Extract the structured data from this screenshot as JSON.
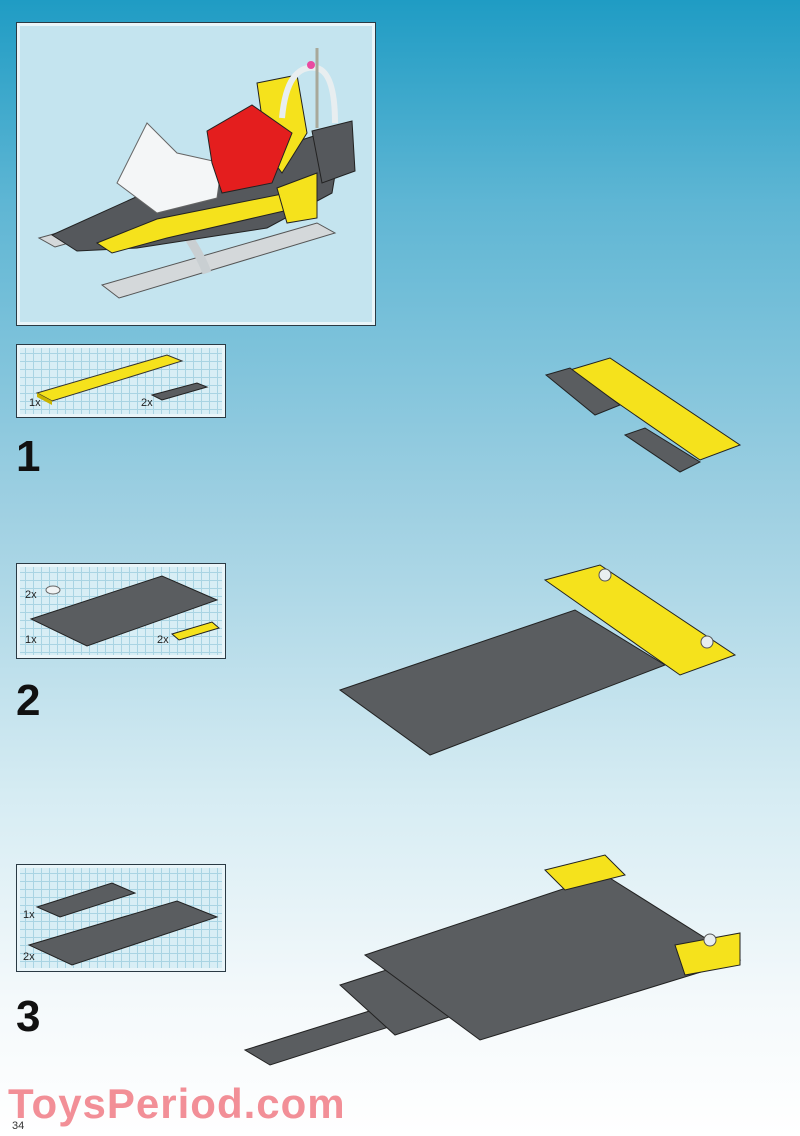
{
  "page": {
    "number": "34",
    "watermark": "ToysPeriod.com"
  },
  "hero": {
    "description": "Completed model: yellow/gray snowmobile with red seats, white windshield, transparent roll bar, antenna, and light-gray skis"
  },
  "steps": [
    {
      "number": "1",
      "parts": [
        {
          "qty": "1x",
          "part": "yellow plate 2x10",
          "color": "#f5e21c"
        },
        {
          "qty": "2x",
          "part": "dark gray plate 1x4",
          "color": "#5a5d60"
        }
      ]
    },
    {
      "number": "2",
      "parts": [
        {
          "qty": "2x",
          "part": "transparent round plate 1x1",
          "color": "#e8eef0"
        },
        {
          "qty": "1x",
          "part": "dark gray plate 6x10",
          "color": "#5a5d60"
        },
        {
          "qty": "2x",
          "part": "yellow plate 1x3",
          "color": "#f5e21c"
        }
      ]
    },
    {
      "number": "3",
      "parts": [
        {
          "qty": "1x",
          "part": "dark gray plate 2x6",
          "color": "#5a5d60"
        },
        {
          "qty": "2x",
          "part": "dark gray plate 4x12",
          "color": "#5a5d60"
        }
      ]
    }
  ],
  "colors": {
    "brick_yellow": "#f5e21c",
    "brick_dark_gray": "#5a5d60",
    "brick_red": "#e41e1e",
    "background_top": "#1f9cc4",
    "watermark": "#f28a92"
  }
}
